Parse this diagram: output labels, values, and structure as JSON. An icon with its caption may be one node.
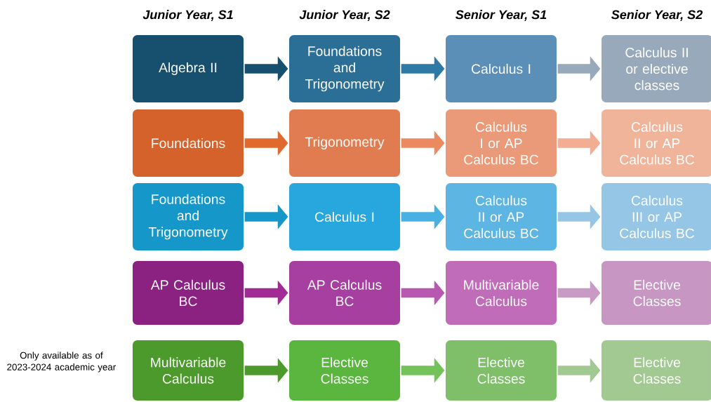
{
  "diagram": {
    "nodes": [
      {
        "text": [
          "Algebra II"
        ]
      },
      {
        "text": [
          "Foundations and Trigonometry"
        ]
      },
      {
        "text": [
          "Calculus I"
        ]
      },
      {
        "text": [
          "Calculus II or elective classes"
        ]
      },
      {
        "text": [
          "Foundations"
        ]
      },
      {
        "text": [
          "Trigonometry"
        ]
      },
      {
        "text": [
          "Calculus I or AP Calculus BC"
        ]
      },
      {
        "text": [
          "Calculus II or AP Calculus BC"
        ]
      },
      {
        "text": [
          "Foundations and Trigonometry"
        ]
      },
      {
        "text": [
          "Calculus I"
        ]
      },
      {
        "text": [
          "Calculus II or AP Calculus BC"
        ]
      },
      {
        "text": [
          "Calculus III or AP Calculus BC"
        ]
      },
      {
        "text": [
          "AP Calculus BC"
        ]
      },
      {
        "text": [
          "AP Calculus BC"
        ]
      },
      {
        "text": [
          "Multivariable Calculus"
        ]
      },
      {
        "text": [
          "Elective Classes"
        ]
      },
      {
        "text": [
          "Multivariable Calculus"
        ],
        "beside": [
          "Only available as of 2023-2024 academic year"
        ]
      },
      {
        "text": [
          "Elective Classes"
        ]
      },
      {
        "text": [
          "Elective Classes"
        ]
      },
      {
        "text": [
          "Elective Classes"
        ]
      }
    ],
    "edges": [
      {
        "from": 0,
        "to": 1,
        "arrow": "to",
        "color": "#17506e"
      },
      {
        "from": 1,
        "to": 2,
        "arrow": "to",
        "color": "#2f79a6"
      },
      {
        "from": 2,
        "to": 3,
        "arrow": "to",
        "color": "#97a9ba"
      },
      {
        "from": 4,
        "to": 5,
        "arrow": "to",
        "color": "#e06a2e"
      },
      {
        "from": 5,
        "to": 6,
        "arrow": "to",
        "color": "#eb8a60"
      },
      {
        "from": 6,
        "to": 7,
        "arrow": "to",
        "color": "#f2ad92"
      },
      {
        "from": 8,
        "to": 9,
        "arrow": "to",
        "color": "#1597c9"
      },
      {
        "from": 9,
        "to": 10,
        "arrow": "to",
        "color": "#49b0e3"
      },
      {
        "from": 10,
        "to": 11,
        "arrow": "to",
        "color": "#95c6e6"
      },
      {
        "from": 12,
        "to": 13,
        "arrow": "to",
        "color": "#a12a95"
      },
      {
        "from": 13,
        "to": 14,
        "arrow": "to",
        "color": "#b858b0"
      },
      {
        "from": 14,
        "to": 15,
        "arrow": "to",
        "color": "#c99ac4"
      },
      {
        "from": 16,
        "to": 17,
        "arrow": "to",
        "color": "#4c9a2c"
      },
      {
        "from": 17,
        "to": 18,
        "arrow": "to",
        "color": "#74c35a"
      },
      {
        "from": 18,
        "to": 19,
        "arrow": "to",
        "color": "#a3c993"
      }
    ],
    "labels": [
      "Junior Year, S1",
      "Junior Year, S2",
      "Senior Year, S1",
      "Senior Year, S2"
    ]
  }
}
